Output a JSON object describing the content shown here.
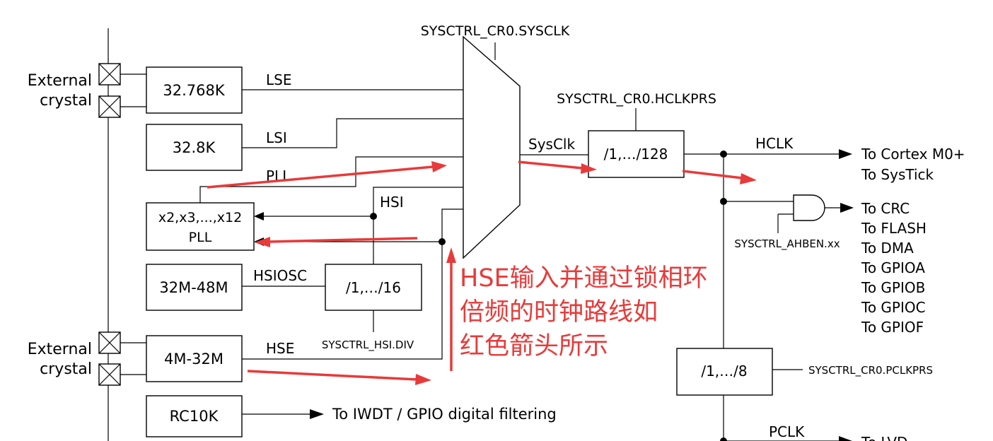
{
  "mux_label": "SYSCTRL_CR0.SYSCLK",
  "left": {
    "ext_label_1": "External",
    "ext_label_2": "crystal"
  },
  "sources": {
    "lse_box": "32.768K",
    "lsi_box": "32.8K",
    "pll_box_1": "x2,x3,...,x12",
    "pll_box_2": "PLL",
    "hsi_box": "32M-48M",
    "hse_box": "4M-32M",
    "rc10k_box": "RC10K"
  },
  "signals": {
    "lse": "LSE",
    "lsi": "LSI",
    "pll": "PLL",
    "hsi": "HSI",
    "hsiosc": "HSIOSC",
    "hse": "HSE",
    "sysclk": "SysClk",
    "hclk": "HCLK",
    "pclk": "PCLK"
  },
  "dividers": {
    "hsi_div": "/1,…/16",
    "hsi_div_reg": "SYSCTRL_HSI.DIV",
    "hclk_div": "/1,…/128",
    "hclk_div_reg": "SYSCTRL_CR0.HCLKPRS",
    "pclk_div": "/1,…/8",
    "pclk_div_reg": "SYSCTRL_CR0.PCLKPRS",
    "ahben_reg": "SYSCTRL_AHBEN.xx"
  },
  "outputs": {
    "hclk_targets": [
      "To Cortex M0+",
      "To SysTick"
    ],
    "ahb_targets": [
      "To CRC",
      "To FLASH",
      "To DMA",
      "To GPIOA",
      "To GPIOB",
      "To GPIOC",
      "To GPIOF"
    ],
    "rc10k_target": "To IWDT / GPIO digital filtering",
    "pclk_target": "To LVD"
  },
  "annotation": {
    "line1": "HSE输入并通过锁相环",
    "line2": "倍频的时钟路线如",
    "line3": "红色箭头所示",
    "color": "#e83a3a"
  }
}
